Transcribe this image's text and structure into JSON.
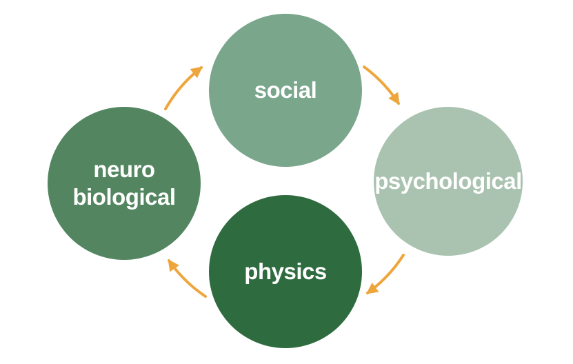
{
  "diagram": {
    "type": "cycle",
    "background": "#ffffff",
    "arrow_color": "#eea63c",
    "label_color": "#ffffff",
    "nodes": [
      {
        "id": "social",
        "label": "social",
        "color": "#7aa68b",
        "position": "top"
      },
      {
        "id": "psychological",
        "label": "psychological",
        "color": "#a9c3b0",
        "position": "right"
      },
      {
        "id": "physics",
        "label": "physics",
        "color": "#2e6b3f",
        "position": "bottom"
      },
      {
        "id": "neuro-biological",
        "label": "neuro\nbiological",
        "color": "#538660",
        "position": "left"
      }
    ],
    "edges": [
      {
        "from": "neuro-biological",
        "to": "social"
      },
      {
        "from": "social",
        "to": "psychological"
      },
      {
        "from": "psychological",
        "to": "physics"
      },
      {
        "from": "physics",
        "to": "neuro-biological"
      }
    ]
  }
}
